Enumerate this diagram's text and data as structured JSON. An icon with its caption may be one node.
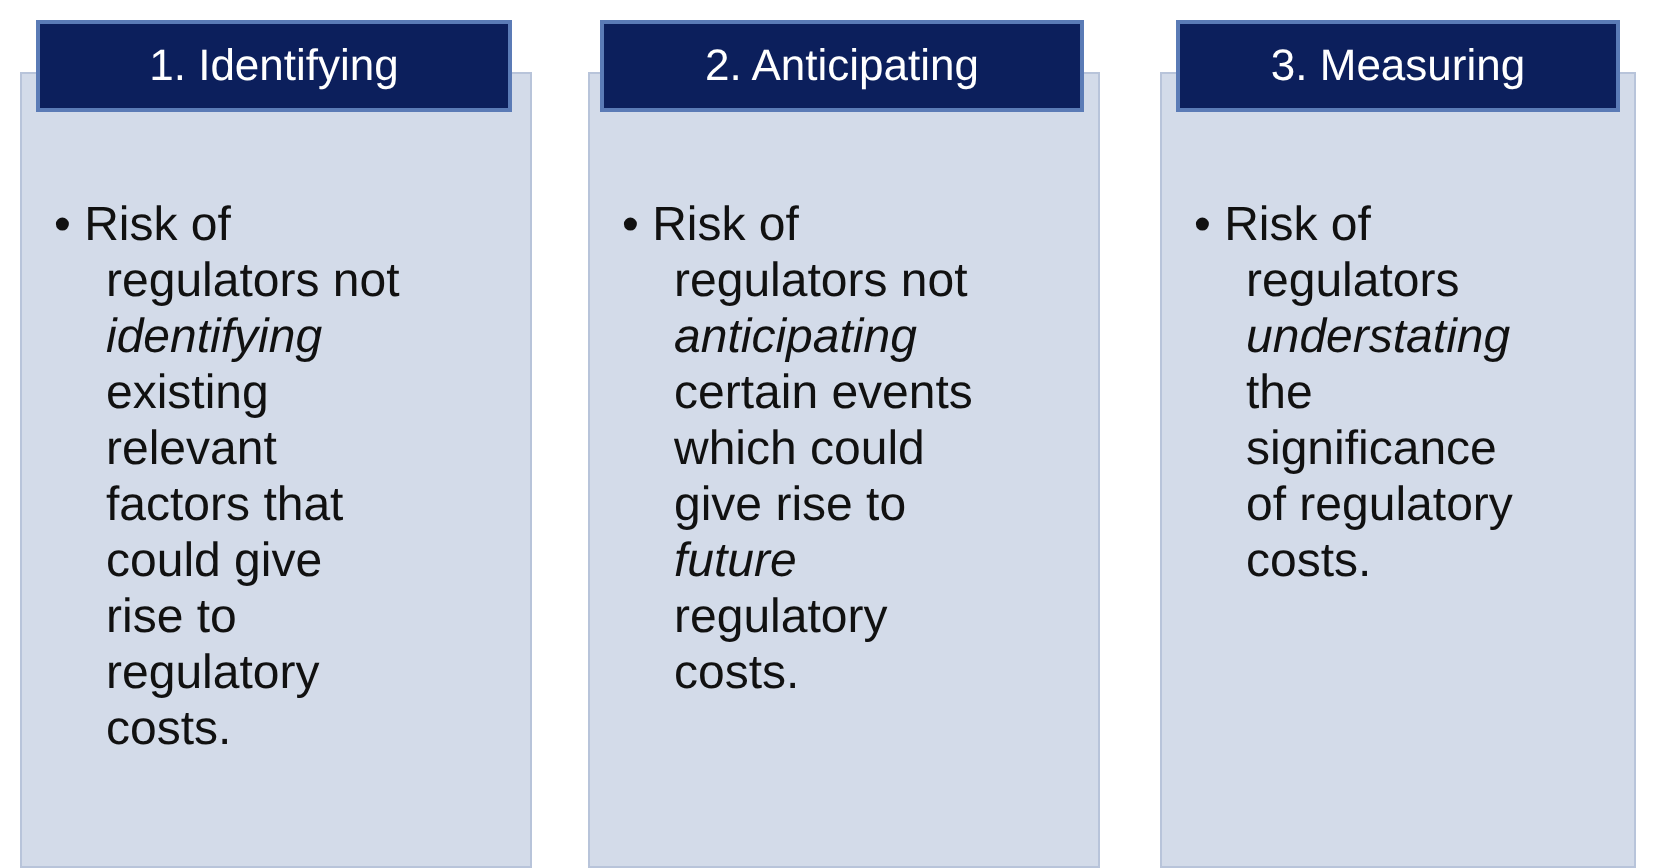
{
  "diagram": {
    "nodes": [
      {
        "text": [
          "1. Identifying"
        ]
      },
      {
        "text": [
          "• Risk of regulators not *identifying* existing relevant factors that could give rise to regulatory costs."
        ]
      },
      {
        "text": [
          "2. Anticipating"
        ]
      },
      {
        "text": [
          "• Risk of regulators not *anticipating* certain events which could give rise to *future* regulatory costs."
        ]
      },
      {
        "text": [
          "3. Measuring"
        ]
      },
      {
        "text": [
          "• Risk of regulators *understating* the significance of regulatory costs."
        ]
      }
    ]
  }
}
